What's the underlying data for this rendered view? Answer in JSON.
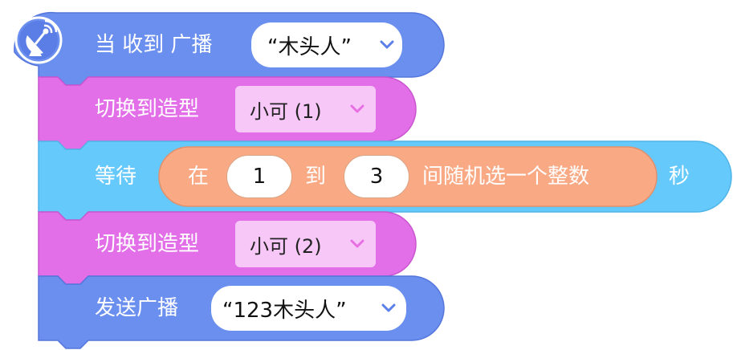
{
  "colors": {
    "event_blue": "#6b8fef",
    "looks_pink": "#e26fe8",
    "control_cyan": "#66c9fb",
    "operator_orange": "#f9a984",
    "dropdown_pink": "#f7c8f7",
    "chevron_blue": "#5b7fe8",
    "chevron_pink": "#e76fe2"
  },
  "blocks": {
    "hat": {
      "icon": "satellite-dish-icon",
      "label": "当 收到 广播",
      "dropdown_value": "“木头人”"
    },
    "costume1": {
      "label": "切换到造型",
      "dropdown_value": "小可 (1)"
    },
    "wait": {
      "label": "等待",
      "random": {
        "prefix": "在",
        "from": "1",
        "middle": "到",
        "to": "3",
        "suffix": "间随机选一个整数"
      },
      "unit": "秒"
    },
    "costume2": {
      "label": "切换到造型",
      "dropdown_value": "小可 (2)"
    },
    "send": {
      "label": "发送广播",
      "dropdown_value": "“123木头人”"
    }
  }
}
